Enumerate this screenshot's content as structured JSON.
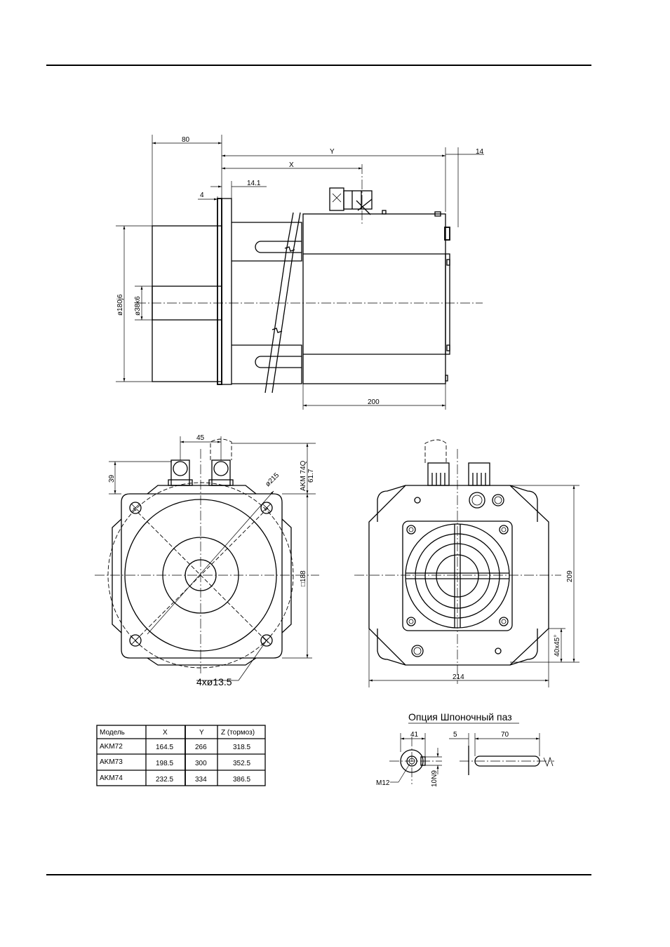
{
  "side_view": {
    "dim_80": "80",
    "dim_y": "Y",
    "dim_14": "14",
    "dim_x": "X",
    "dim_14_1": "14.1",
    "dim_4": "4",
    "dim_shaft_flange": "ø180j6",
    "dim_shaft": "ø38k6",
    "dim_200": "200"
  },
  "front_view": {
    "dim_45": "45",
    "dim_39": "39",
    "dim_215": "ø215",
    "dim_188": "□188",
    "dim_akm740": "AKM 74Q",
    "dim_61_7": "61.7",
    "holes": "4xø13.5"
  },
  "rear_view": {
    "dim_209": "209",
    "dim_chamfer": "40x45°",
    "dim_214": "214"
  },
  "model_table": {
    "headers": [
      "Модель",
      "X",
      "Y",
      "Z (тормоз)"
    ],
    "rows": [
      [
        "AKM72",
        "164.5",
        "266",
        "318.5"
      ],
      [
        "AKM73",
        "198.5",
        "300",
        "352.5"
      ],
      [
        "AKM74",
        "232.5",
        "334",
        "386.5"
      ]
    ]
  },
  "keyway_option": {
    "title": "Опция Шпоночный паз",
    "dim_41": "41",
    "dim_5": "5",
    "dim_70": "70",
    "thread": "M12",
    "key_width": "10N9"
  }
}
